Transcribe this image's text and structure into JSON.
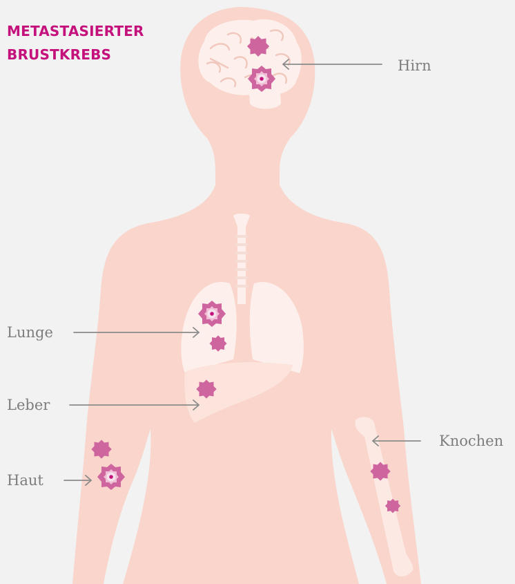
{
  "title": {
    "line1": "METASTASIERTER",
    "line2": "BRUSTKREBS"
  },
  "labels": {
    "hirn": "Hirn",
    "lunge": "Lunge",
    "leber": "Leber",
    "haut": "Haut",
    "knochen": "Knochen"
  },
  "colors": {
    "background": "#f2f2f2",
    "body": "#f9d5cb",
    "organ": "#fdf0ec",
    "metastasis": "#cf659f",
    "title": "#c4117b",
    "label": "#7d7d7d",
    "arrow": "#8a8a8a"
  }
}
